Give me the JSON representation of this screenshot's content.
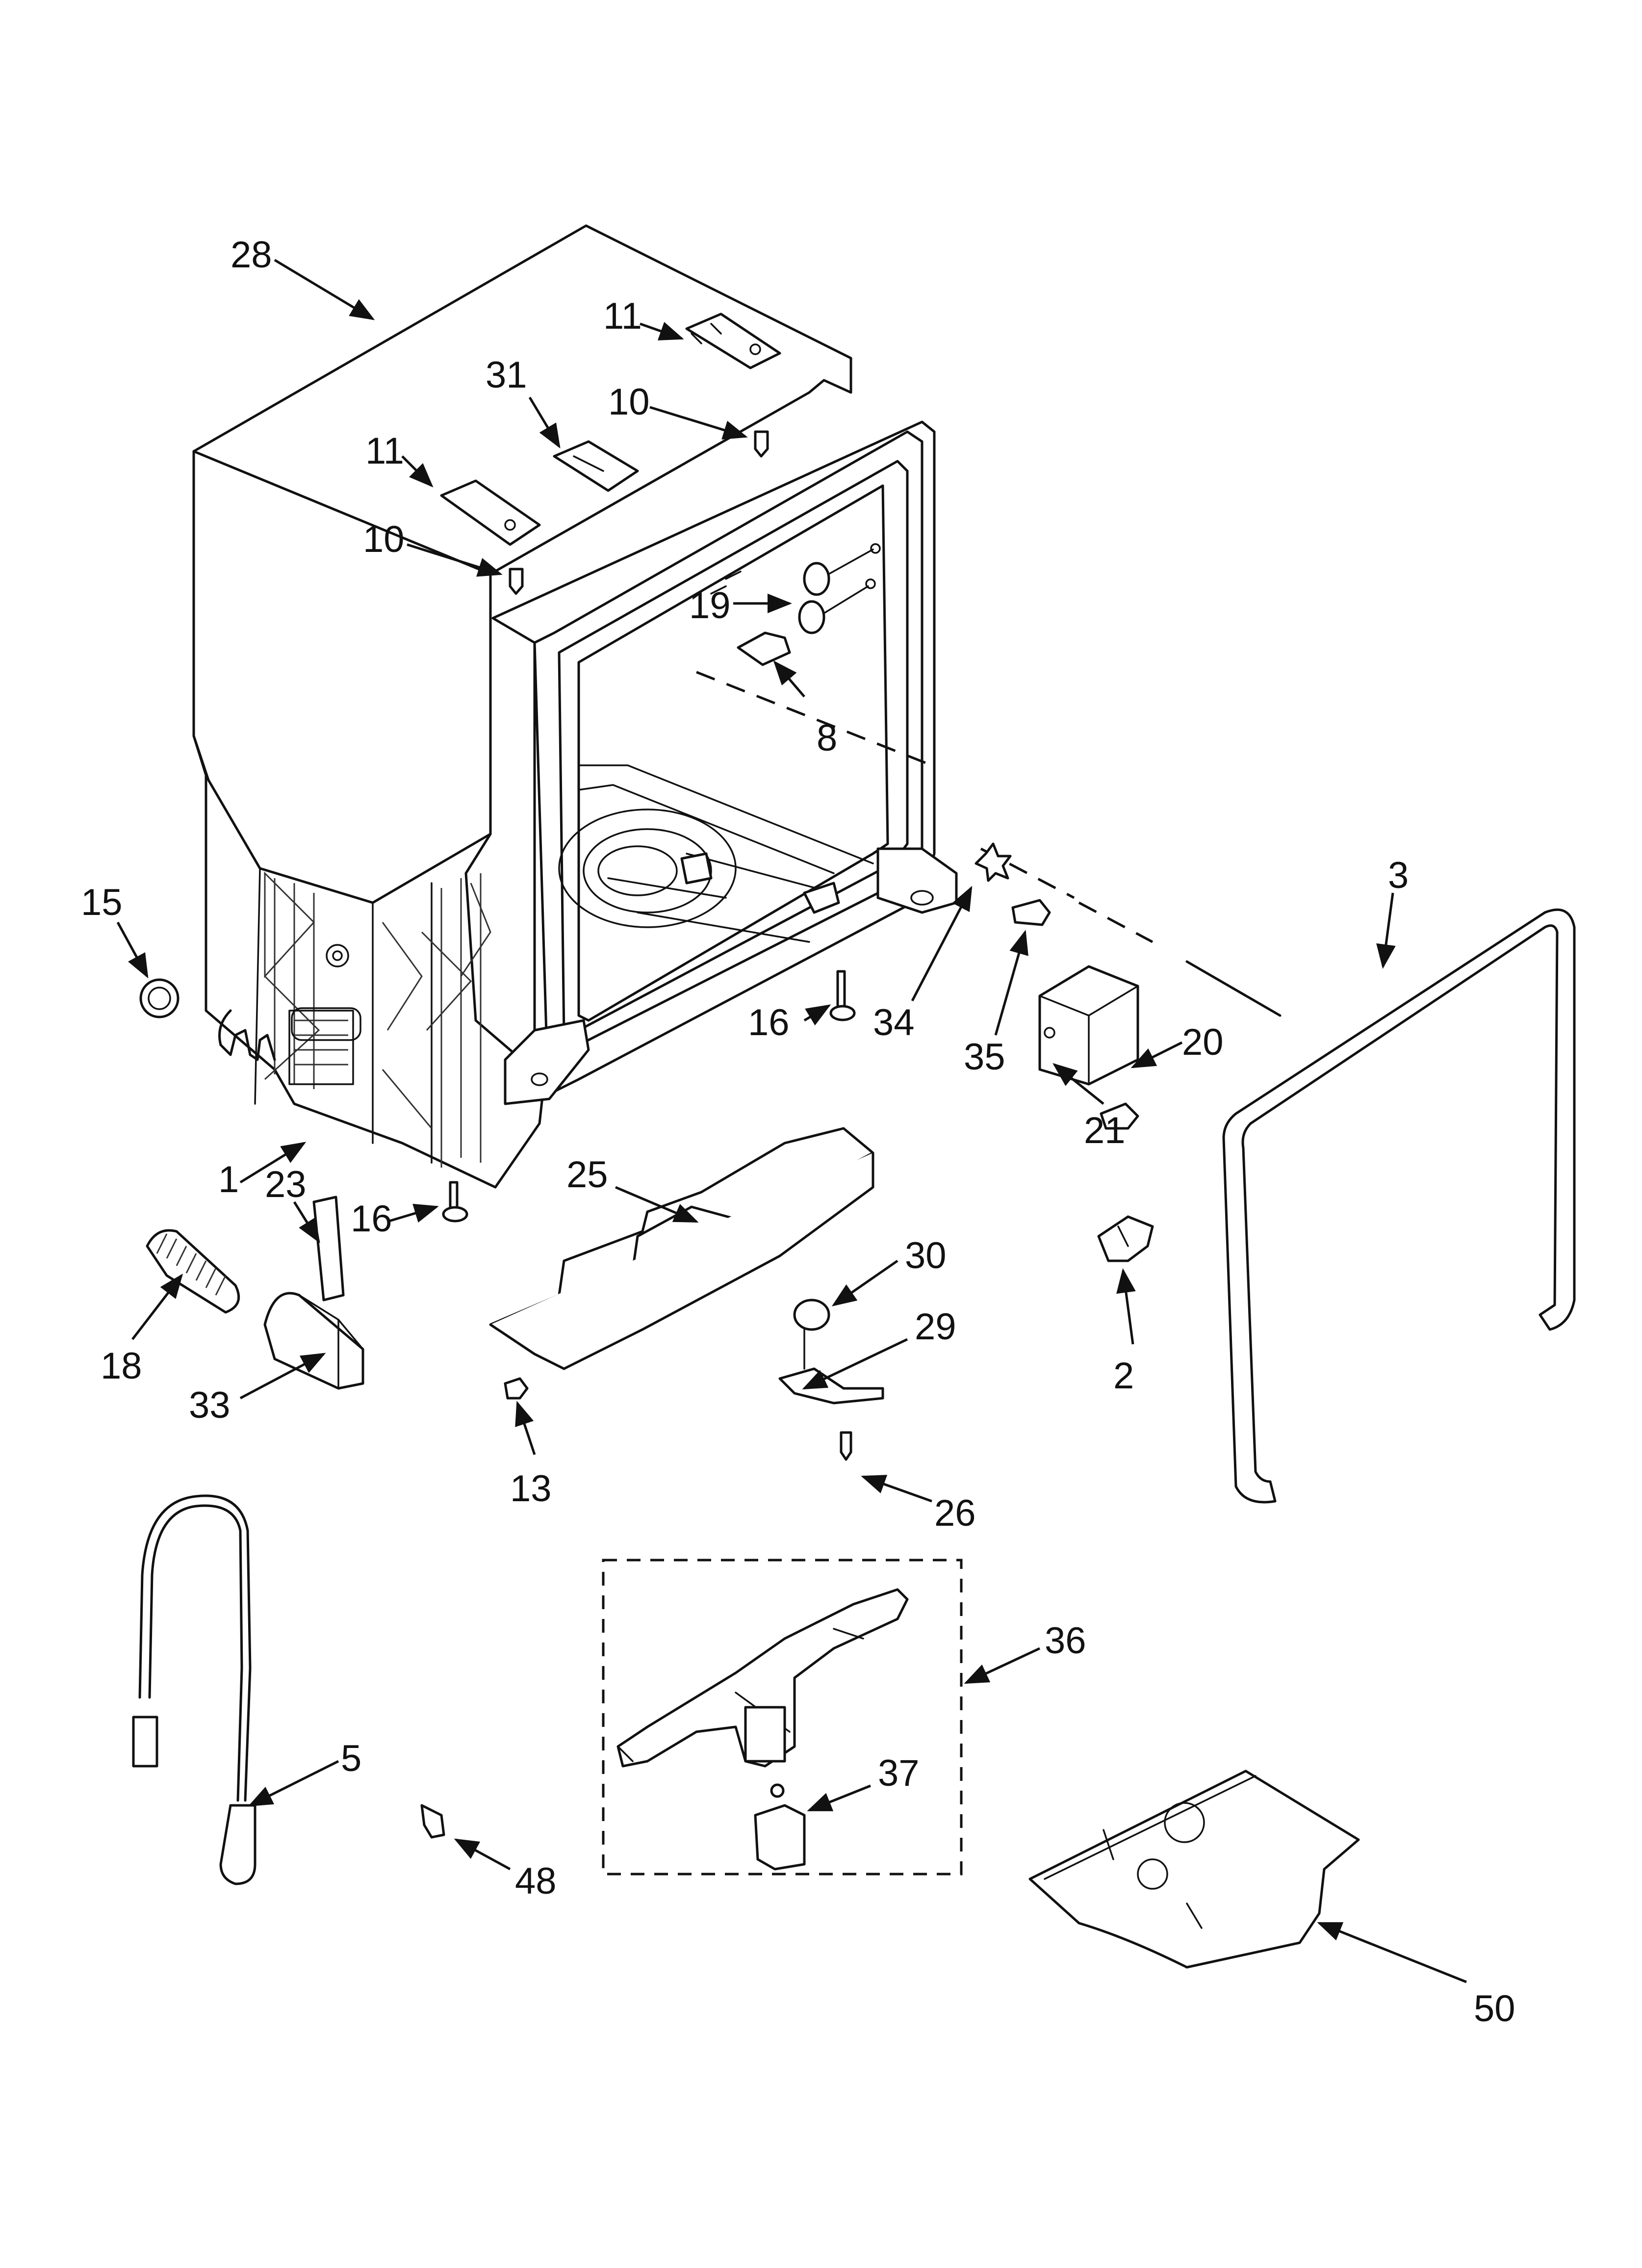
{
  "callouts": [
    {
      "id": "c28",
      "label": "28"
    },
    {
      "id": "c11a",
      "label": "11"
    },
    {
      "id": "c10a",
      "label": "10"
    },
    {
      "id": "c31",
      "label": "31"
    },
    {
      "id": "c11b",
      "label": "11"
    },
    {
      "id": "c10b",
      "label": "10"
    },
    {
      "id": "c19",
      "label": "19"
    },
    {
      "id": "c8",
      "label": "8"
    },
    {
      "id": "c15",
      "label": "15"
    },
    {
      "id": "c3",
      "label": "3"
    },
    {
      "id": "c16a",
      "label": "16"
    },
    {
      "id": "c34",
      "label": "34"
    },
    {
      "id": "c35",
      "label": "35"
    },
    {
      "id": "c20",
      "label": "20"
    },
    {
      "id": "c21",
      "label": "21"
    },
    {
      "id": "c1",
      "label": "1"
    },
    {
      "id": "c23",
      "label": "23"
    },
    {
      "id": "c16b",
      "label": "16"
    },
    {
      "id": "c25",
      "label": "25"
    },
    {
      "id": "c30",
      "label": "30"
    },
    {
      "id": "c29",
      "label": "29"
    },
    {
      "id": "c18",
      "label": "18"
    },
    {
      "id": "c33",
      "label": "33"
    },
    {
      "id": "c2",
      "label": "2"
    },
    {
      "id": "c13",
      "label": "13"
    },
    {
      "id": "c26",
      "label": "26"
    },
    {
      "id": "c36",
      "label": "36"
    },
    {
      "id": "c5",
      "label": "5"
    },
    {
      "id": "c37",
      "label": "37"
    },
    {
      "id": "c48",
      "label": "48"
    },
    {
      "id": "c50",
      "label": "50"
    }
  ]
}
